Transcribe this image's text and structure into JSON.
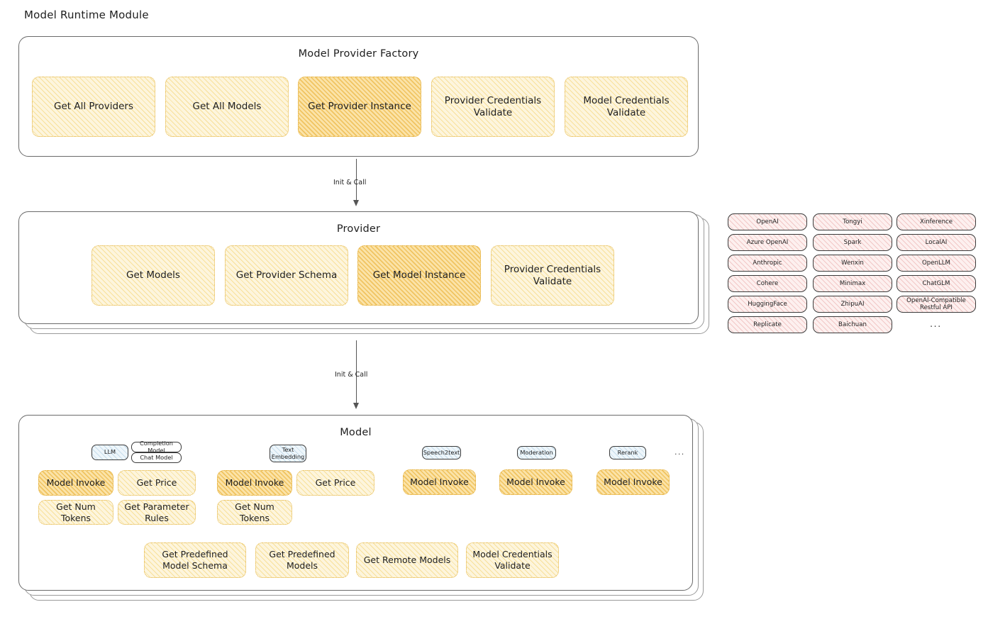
{
  "page": {
    "title": "Model Runtime Module"
  },
  "colors": {
    "node_fill": "#fdf5dd",
    "node_fill_highlight": "#fbe3a8",
    "node_border": "#e3b23c",
    "chip_fill": "#fdf0ef",
    "tag_fill": "#eef6fb",
    "card_border": "#6a6a6a",
    "text": "#1e1e1e"
  },
  "factory": {
    "title": "Model Provider Factory",
    "nodes": [
      {
        "label": "Get All Providers",
        "highlight": false
      },
      {
        "label": "Get All Models",
        "highlight": false
      },
      {
        "label": "Get Provider Instance",
        "highlight": true
      },
      {
        "label": "Provider Credentials Validate",
        "highlight": false
      },
      {
        "label": "Model Credentials Validate",
        "highlight": false
      }
    ]
  },
  "arrows": [
    {
      "label": "Init & Call"
    },
    {
      "label": "Init & Call"
    }
  ],
  "provider": {
    "title": "Provider",
    "nodes": [
      {
        "label": "Get Models",
        "highlight": false
      },
      {
        "label": "Get Provider Schema",
        "highlight": false
      },
      {
        "label": "Get Model Instance",
        "highlight": true
      },
      {
        "label": "Provider Credentials Validate",
        "highlight": false
      }
    ]
  },
  "provider_list": {
    "columns": [
      [
        "OpenAI",
        "Azure OpenAI",
        "Anthropic",
        "Cohere",
        "HuggingFace",
        "Replicate"
      ],
      [
        "Tongyi",
        "Spark",
        "Wenxin",
        "Minimax",
        "ZhipuAI",
        "Baichuan"
      ],
      [
        "Xinference",
        "LocalAI",
        "OpenLLM",
        "ChatGLM",
        "OpenAI-Compatible Restful API"
      ]
    ],
    "more": "..."
  },
  "model": {
    "title": "Model",
    "more": "...",
    "groups": [
      {
        "tag": "LLM",
        "tag_style": "blue",
        "subtags": [
          "Completion Model",
          "Chat Model"
        ],
        "nodes": [
          {
            "label": "Model Invoke",
            "highlight": true
          },
          {
            "label": "Get Price",
            "highlight": false
          },
          {
            "label": "Get Num Tokens",
            "highlight": false
          },
          {
            "label": "Get Parameter Rules",
            "highlight": false
          }
        ]
      },
      {
        "tag": "Text Embedding",
        "tag_style": "blue",
        "subtags": [],
        "nodes": [
          {
            "label": "Model Invoke",
            "highlight": true
          },
          {
            "label": "Get Price",
            "highlight": false
          },
          {
            "label": "Get Num Tokens",
            "highlight": false
          }
        ]
      },
      {
        "tag": "Speech2text",
        "tag_style": "blue",
        "subtags": [],
        "nodes": [
          {
            "label": "Model Invoke",
            "highlight": true
          }
        ]
      },
      {
        "tag": "Moderation",
        "tag_style": "blue",
        "subtags": [],
        "nodes": [
          {
            "label": "Model Invoke",
            "highlight": true
          }
        ]
      },
      {
        "tag": "Rerank",
        "tag_style": "blue",
        "subtags": [],
        "nodes": [
          {
            "label": "Model Invoke",
            "highlight": true
          }
        ]
      }
    ],
    "common_nodes": [
      {
        "label": "Get Predefined Model Schema"
      },
      {
        "label": "Get Predefined Models"
      },
      {
        "label": "Get Remote Models"
      },
      {
        "label": "Model Credentials Validate"
      }
    ]
  }
}
